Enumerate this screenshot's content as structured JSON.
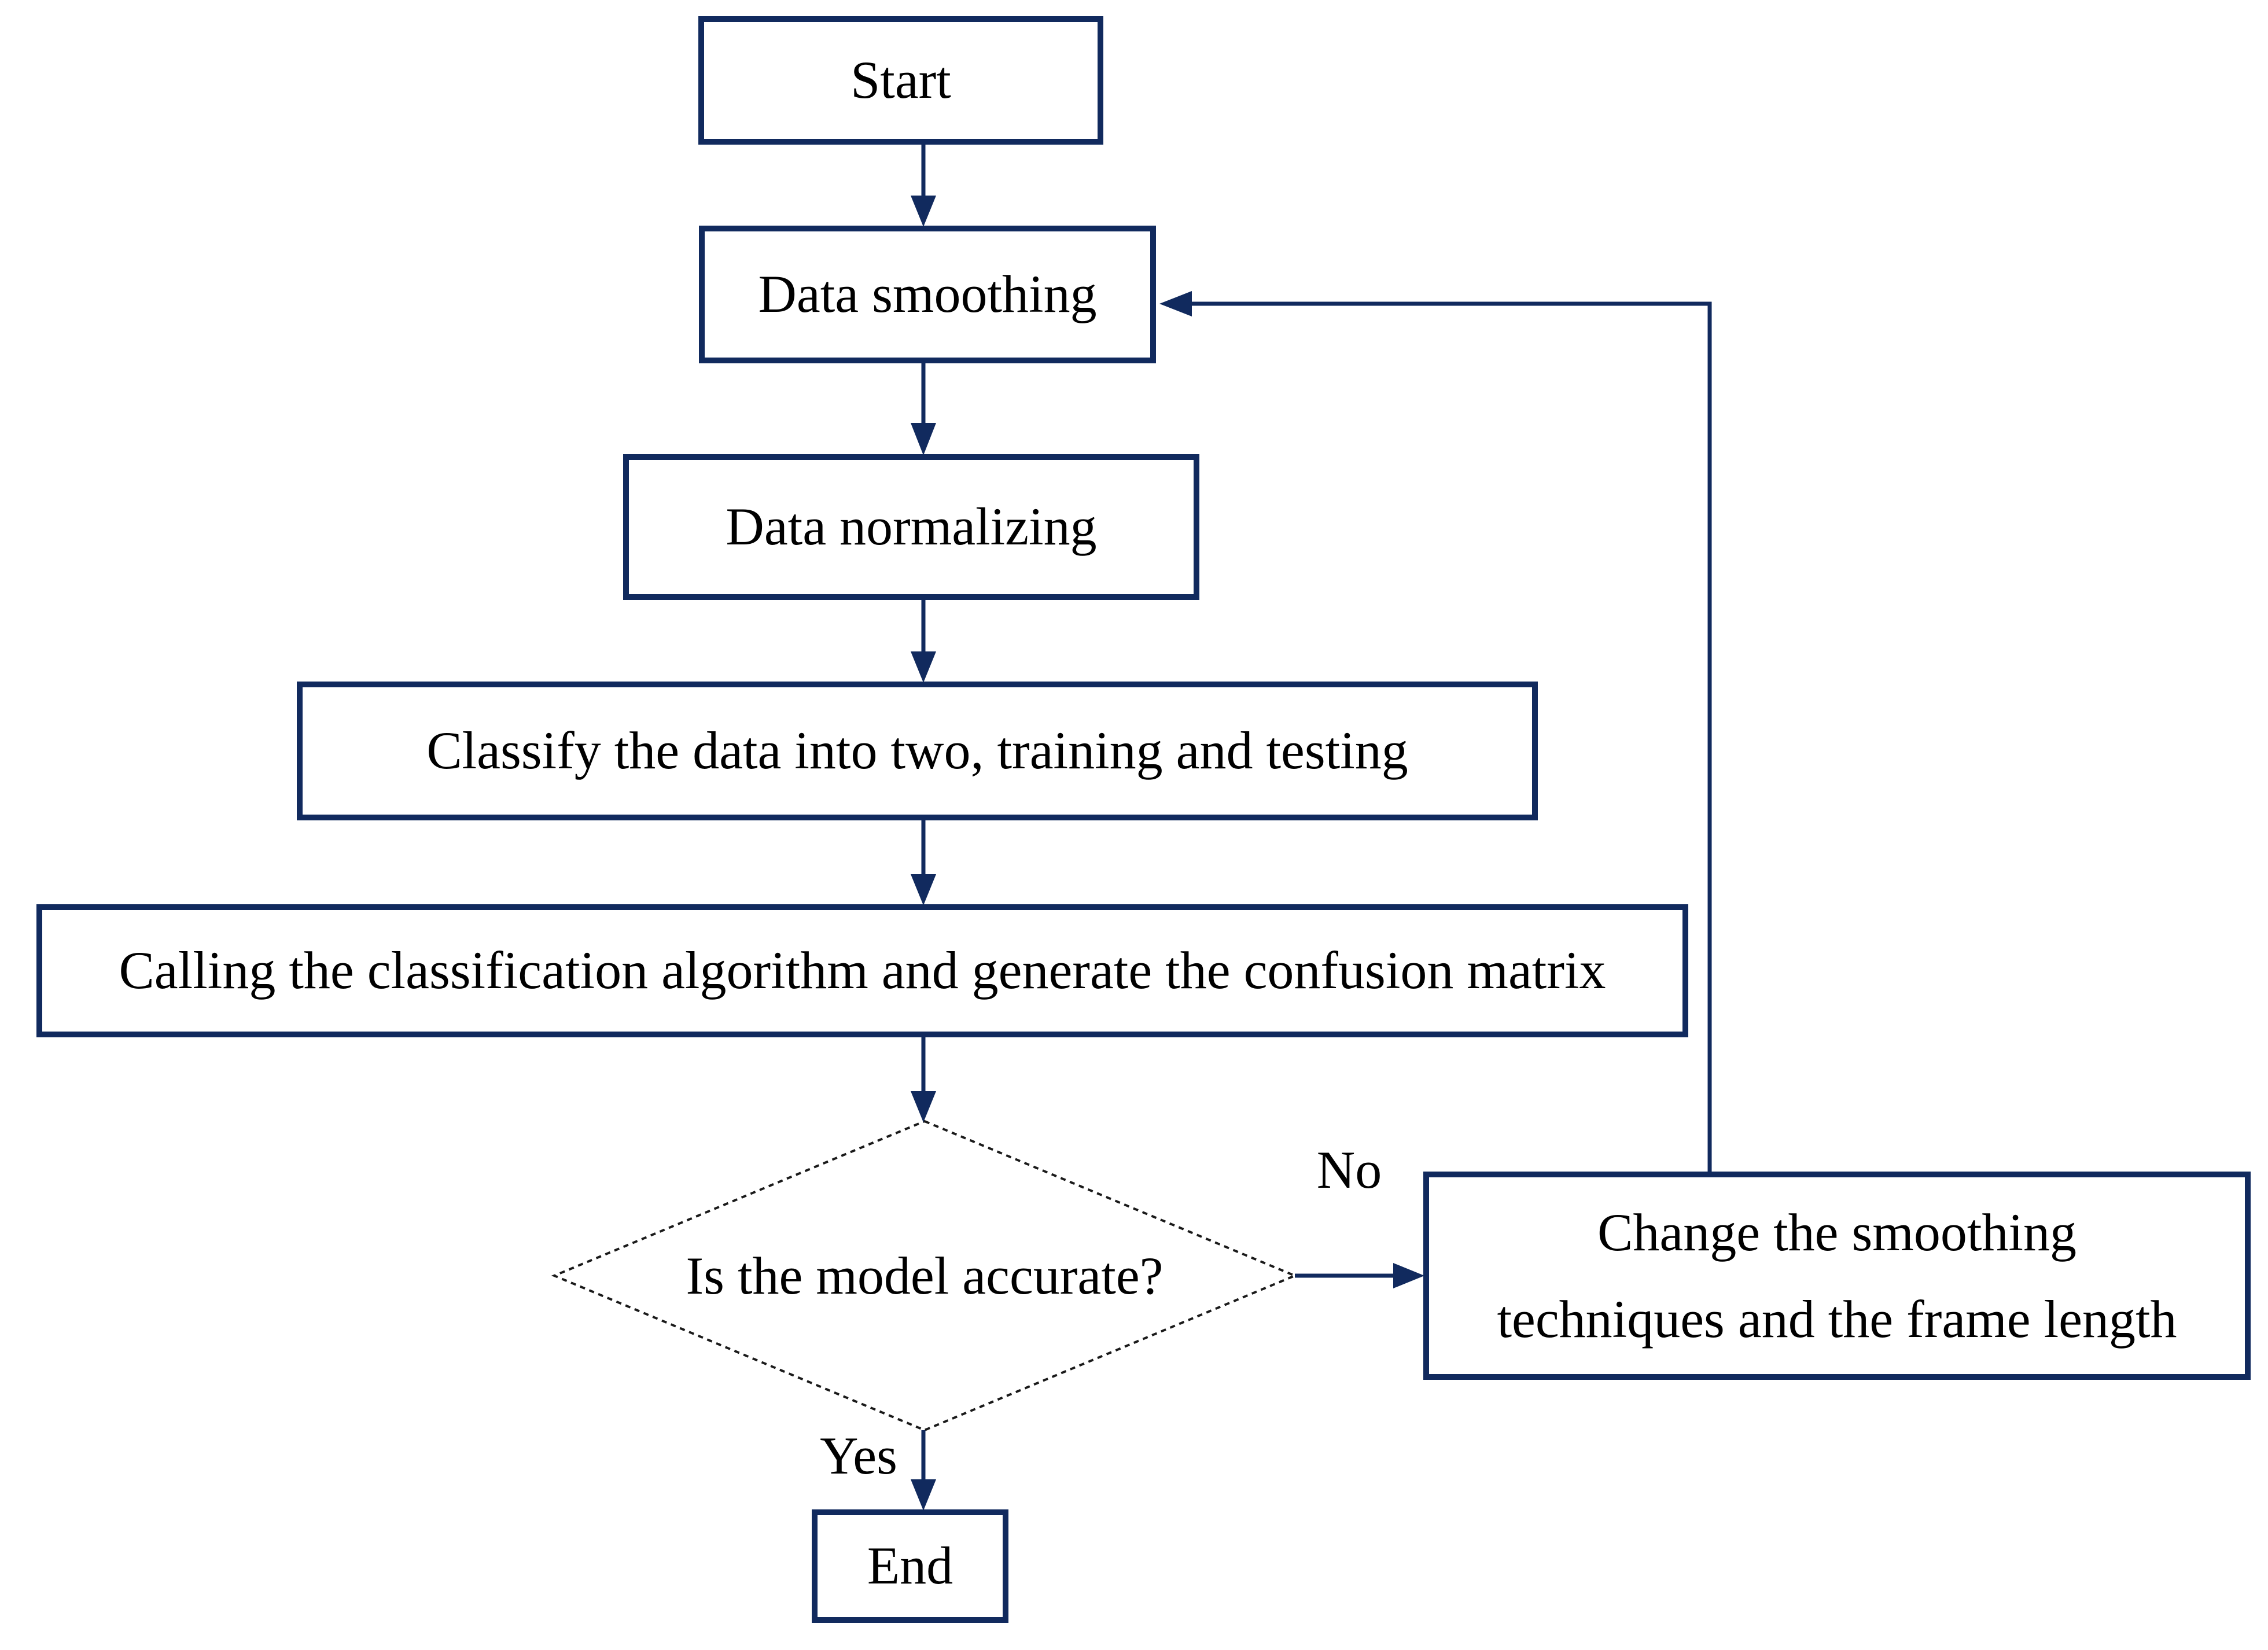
{
  "diagram": {
    "type": "flowchart",
    "colors": {
      "line": "#112a5e",
      "diamond_outline": "#1a1a1a",
      "text": "#000000",
      "background": "#ffffff"
    },
    "nodes": [
      {
        "id": "start",
        "shape": "rect",
        "label": "Start"
      },
      {
        "id": "data-smoothing",
        "shape": "rect",
        "label": "Data smoothing"
      },
      {
        "id": "data-normalizing",
        "shape": "rect",
        "label": "Data normalizing"
      },
      {
        "id": "classify",
        "shape": "rect",
        "label": "Classify the data into two, training and testing"
      },
      {
        "id": "calling",
        "shape": "rect",
        "label": "Calling the classification algorithm and generate the confusion matrix"
      },
      {
        "id": "decision",
        "shape": "diamond",
        "label": "Is the model accurate?"
      },
      {
        "id": "change",
        "shape": "rect",
        "lines": [
          "Change the smoothing",
          "techniques and the frame length"
        ]
      },
      {
        "id": "end",
        "shape": "rect",
        "label": "End"
      }
    ],
    "edges": [
      {
        "from": "start",
        "to": "data-smoothing"
      },
      {
        "from": "data-smoothing",
        "to": "data-normalizing"
      },
      {
        "from": "data-normalizing",
        "to": "classify"
      },
      {
        "from": "classify",
        "to": "calling"
      },
      {
        "from": "calling",
        "to": "decision"
      },
      {
        "from": "decision",
        "to": "end",
        "label": "Yes"
      },
      {
        "from": "decision",
        "to": "change",
        "label": "No"
      },
      {
        "from": "change",
        "to": "data-smoothing",
        "label": ""
      }
    ],
    "labels": {
      "yes": "Yes",
      "no": "No"
    }
  }
}
